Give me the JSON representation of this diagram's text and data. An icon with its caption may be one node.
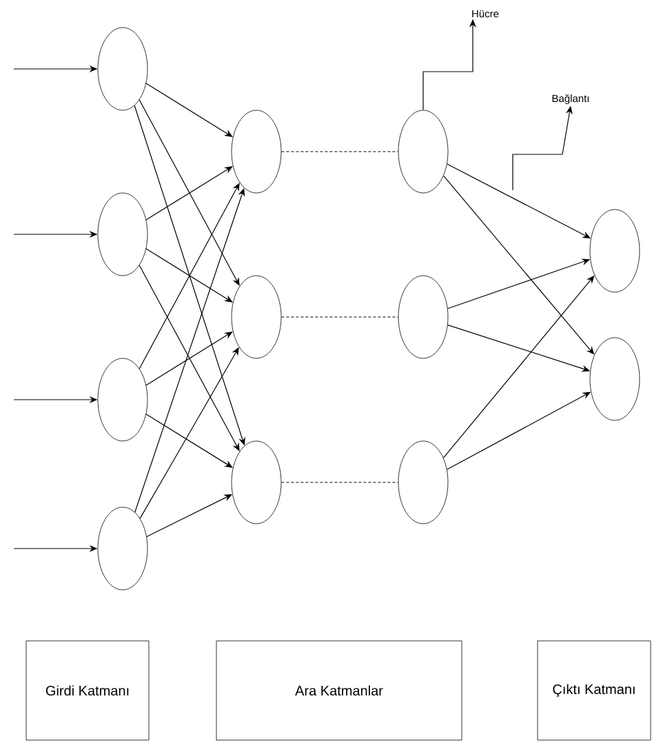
{
  "diagram": {
    "nodes": [
      {
        "text": [],
        "shape": "circle"
      },
      {
        "text": [],
        "shape": "circle"
      },
      {
        "text": [],
        "shape": "circle"
      },
      {
        "text": [],
        "shape": "circle"
      },
      {
        "text": [],
        "shape": "circle"
      },
      {
        "text": [],
        "shape": "circle"
      },
      {
        "text": [],
        "shape": "circle"
      },
      {
        "text": [],
        "shape": "circle"
      },
      {
        "text": [],
        "shape": "circle"
      },
      {
        "text": [],
        "shape": "circle"
      },
      {
        "text": [],
        "shape": "circle"
      },
      {
        "text": [],
        "shape": "circle"
      },
      {
        "text": [
          "Hücre"
        ]
      },
      {
        "text": [
          "Bağlantı"
        ]
      },
      {
        "text": [
          "Girdi Katmanı"
        ]
      },
      {
        "text": [
          "Ara Katmanlar"
        ]
      },
      {
        "text": [
          "Çıktı Katmanı"
        ]
      }
    ],
    "edges": [
      {
        "from": null,
        "to": 0,
        "arrow": "to"
      },
      {
        "from": null,
        "to": 1,
        "arrow": "to"
      },
      {
        "from": null,
        "to": 2,
        "arrow": "to"
      },
      {
        "from": null,
        "to": 3,
        "arrow": "to"
      },
      {
        "from": 0,
        "to": 4,
        "arrow": "to"
      },
      {
        "from": 0,
        "to": 5,
        "arrow": "to"
      },
      {
        "from": 0,
        "to": 6,
        "arrow": "to"
      },
      {
        "from": 1,
        "to": 4,
        "arrow": "to"
      },
      {
        "from": 1,
        "to": 5,
        "arrow": "to"
      },
      {
        "from": 1,
        "to": 6,
        "arrow": "to"
      },
      {
        "from": 2,
        "to": 4,
        "arrow": "to"
      },
      {
        "from": 2,
        "to": 5,
        "arrow": "to"
      },
      {
        "from": 2,
        "to": 6,
        "arrow": "to"
      },
      {
        "from": 3,
        "to": 4,
        "arrow": "to"
      },
      {
        "from": 3,
        "to": 5,
        "arrow": "to"
      },
      {
        "from": 3,
        "to": 6,
        "arrow": "to"
      },
      {
        "from": 4,
        "to": 7,
        "arrow": "none",
        "style": "dashed"
      },
      {
        "from": 5,
        "to": 8,
        "arrow": "none",
        "style": "dashed"
      },
      {
        "from": 6,
        "to": 9,
        "arrow": "none",
        "style": "dashed"
      },
      {
        "from": 7,
        "to": 10,
        "arrow": "to"
      },
      {
        "from": 7,
        "to": 11,
        "arrow": "to"
      },
      {
        "from": 8,
        "to": 10,
        "arrow": "to"
      },
      {
        "from": 8,
        "to": 11,
        "arrow": "to"
      },
      {
        "from": 9,
        "to": 10,
        "arrow": "to"
      },
      {
        "from": 9,
        "to": 11,
        "arrow": "to"
      },
      {
        "from": 7,
        "to": 12,
        "arrow": "to"
      },
      {
        "from": null,
        "to": 13,
        "arrow": "to"
      }
    ]
  }
}
